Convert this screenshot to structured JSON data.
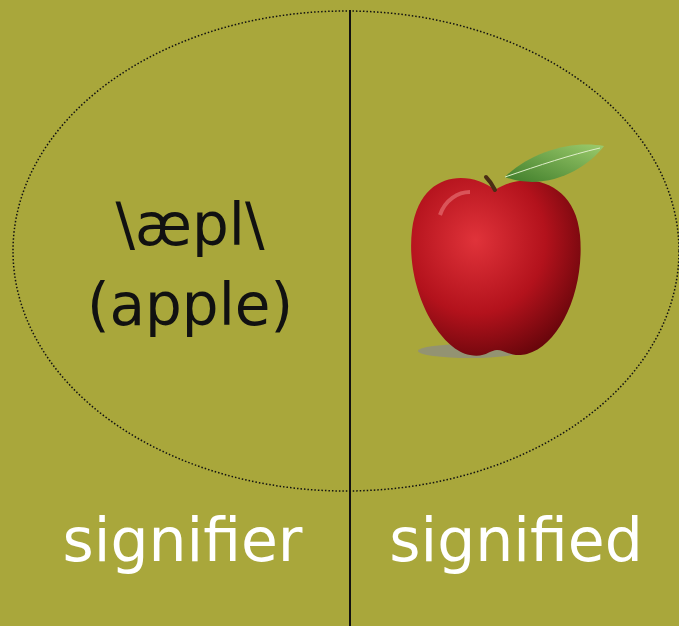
{
  "diagram": {
    "nodes": [
      {
        "text": [
          "\\æpl\\",
          "(apple)"
        ]
      }
    ],
    "labels": [
      "signifier",
      "signified"
    ]
  }
}
